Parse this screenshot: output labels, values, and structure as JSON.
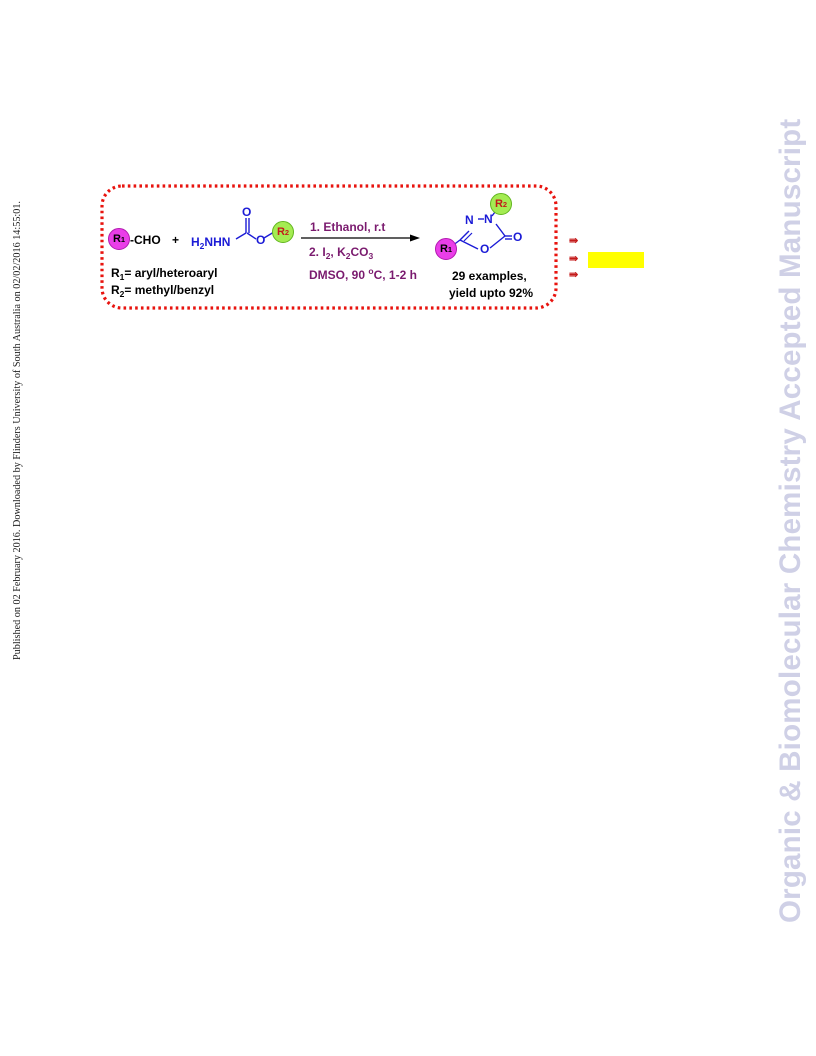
{
  "side_note": "Published on 02 February 2016. Downloaded by Flinders University of South Australia on 02/02/2016 14:55:01.",
  "watermark": "Organic & Biomolecular Chemistry Accepted Manuscript",
  "scheme": {
    "aldehyde_r": "R",
    "aldehyde_r_sub": "1",
    "aldehyde_suffix": "-CHO",
    "plus": "+",
    "carbazate_h2": "H",
    "carbazate_h2_sub": "2",
    "carbazate_nhn": "NHN",
    "carbonyl_o": "O",
    "ester_o": "O",
    "reagent_r2": "R",
    "reagent_r2_sub": "2",
    "condition_1": "1. Ethanol, r.t",
    "condition_2_prefix": "2. I",
    "condition_2_i_sub": "2",
    "condition_2_mid": ", K",
    "condition_2_k_sub": "2",
    "condition_2_co": "CO",
    "condition_2_co_sub": "3",
    "condition_3_prefix": "DMSO, 90 ",
    "condition_3_sup": "o",
    "condition_3_suffix": "C, 1-2 h",
    "product_n1": "N",
    "product_n2": "N",
    "product_o_ring": "O",
    "product_o_exo": "O",
    "product_r1": "R",
    "product_r1_sub": "1",
    "product_r2": "R",
    "product_r2_sub": "2",
    "def_r1_prefix": "R",
    "def_r1_sub": "1",
    "def_r1_text": "= aryl/heteroaryl",
    "def_r2_prefix": "R",
    "def_r2_sub": "2",
    "def_r2_text": "= methyl/benzyl",
    "examples": "29 examples,",
    "yield": "yield upto 92%"
  },
  "colors": {
    "border": "#e8140f",
    "reagent_blue": "#1b1bd6",
    "condition_purple": "#7a1a6e",
    "r1_pink": "#ea3ee8",
    "r2_green": "#a4ec52",
    "highlight_yellow": "#ffff00"
  },
  "side_arrows": [
    "⇛",
    "⇛",
    "⇛"
  ]
}
